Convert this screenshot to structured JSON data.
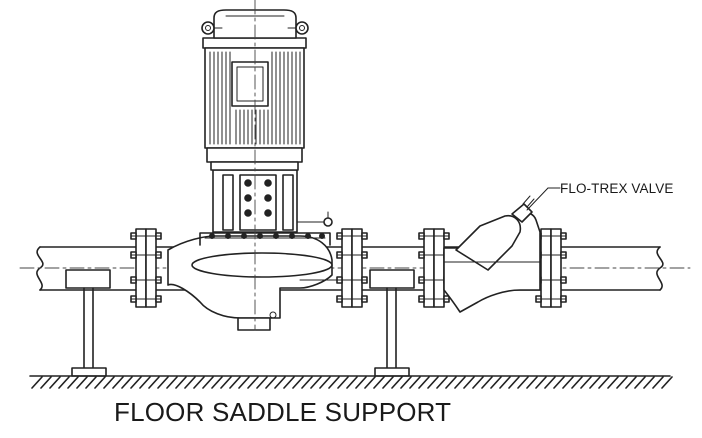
{
  "labels": {
    "valve": "FLO-TREX VALVE",
    "caption": "FLOOR SADDLE SUPPORT"
  },
  "drawing": {
    "line_color": "#222222",
    "background": "#ffffff",
    "components": [
      "motor",
      "pump-casing",
      "suction-flange",
      "discharge-flange",
      "pipe",
      "flo-trex-valve",
      "floor-saddle-support",
      "floor"
    ]
  }
}
